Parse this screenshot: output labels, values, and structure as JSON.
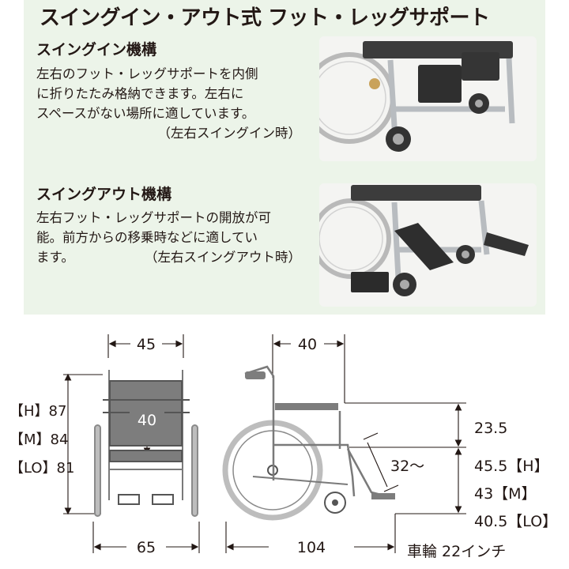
{
  "heading": "スイングイン・アウト式 フット・レッグサポート",
  "swing_in": {
    "title": "スイングイン機構",
    "lines": [
      "左右のフット・レッグサポートを内側",
      "に折りたたみ格納できます。左右に",
      "スペースがない場所に適しています。"
    ],
    "note": "（左右スイングイン時）"
  },
  "swing_out": {
    "title": "スイングアウト機構",
    "lines": [
      "左右フット・レッグサポートの開放が可",
      "能。前方からの移乗時などに適してい"
    ],
    "last_line": "ます。",
    "note": "（左右スイングアウト時）"
  },
  "dimensions": {
    "seat_width": "45",
    "seat_depth": "40",
    "height_h": "【H】87",
    "height_m": "【M】84",
    "height_lo": "【LO】81",
    "total_width": "65",
    "backrest_height": "23.5",
    "footrest_length": "32～",
    "seat_h": "45.5【H】",
    "seat_m": "43【M】",
    "seat_lo": "40.5【LO】",
    "total_length": "104",
    "wheel": "車輪 22インチ"
  },
  "colors": {
    "panel": "#ecf4e9",
    "text": "#231815",
    "frame": "#8a8a8a",
    "seat": "#7d7d7d"
  }
}
